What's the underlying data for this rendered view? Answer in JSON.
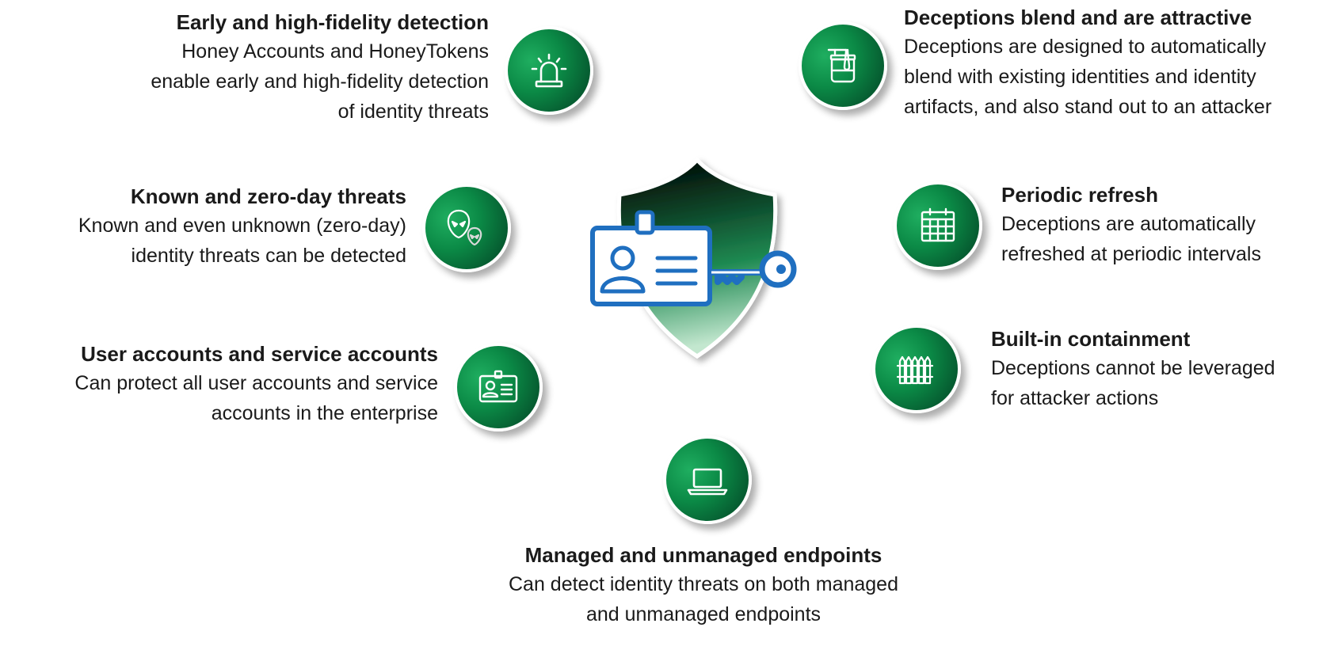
{
  "features": [
    {
      "id": "early-detection",
      "title": "Early and high-fidelity detection",
      "lines": [
        "Honey Accounts and HoneyTokens",
        "enable early and high-fidelity detection",
        "of identity threats"
      ],
      "icon": "alarm-light-icon"
    },
    {
      "id": "zero-day",
      "title": "Known and zero-day threats",
      "lines": [
        "Known and even unknown (zero-day)",
        "identity threats can be detected"
      ],
      "icon": "alien-icon"
    },
    {
      "id": "accounts",
      "title": "User accounts and service accounts",
      "lines": [
        "Can protect all user accounts and service",
        "accounts in the enterprise"
      ],
      "icon": "id-badge-icon"
    },
    {
      "id": "endpoints",
      "title": "Managed and unmanaged endpoints",
      "lines": [
        "Can detect identity threats on both managed",
        "and unmanaged endpoints"
      ],
      "icon": "laptop-icon"
    },
    {
      "id": "blend",
      "title": "Deceptions blend and are attractive",
      "lines": [
        "Deceptions are designed to automatically",
        "blend with existing identities and identity",
        "artifacts, and also stand out to an attacker"
      ],
      "icon": "honey-jar-icon"
    },
    {
      "id": "refresh",
      "title": "Periodic refresh",
      "lines": [
        "Deceptions are automatically",
        "refreshed at periodic intervals"
      ],
      "icon": "calendar-icon"
    },
    {
      "id": "containment",
      "title": "Built-in containment",
      "lines": [
        "Deceptions cannot be leveraged",
        "for attacker actions"
      ],
      "icon": "fence-icon"
    }
  ],
  "center": {
    "icon": "shield-id-key-icon"
  },
  "colors": {
    "accent_green": "#0b8a46",
    "dark_green": "#034024",
    "id_blue": "#1f6fc0"
  }
}
